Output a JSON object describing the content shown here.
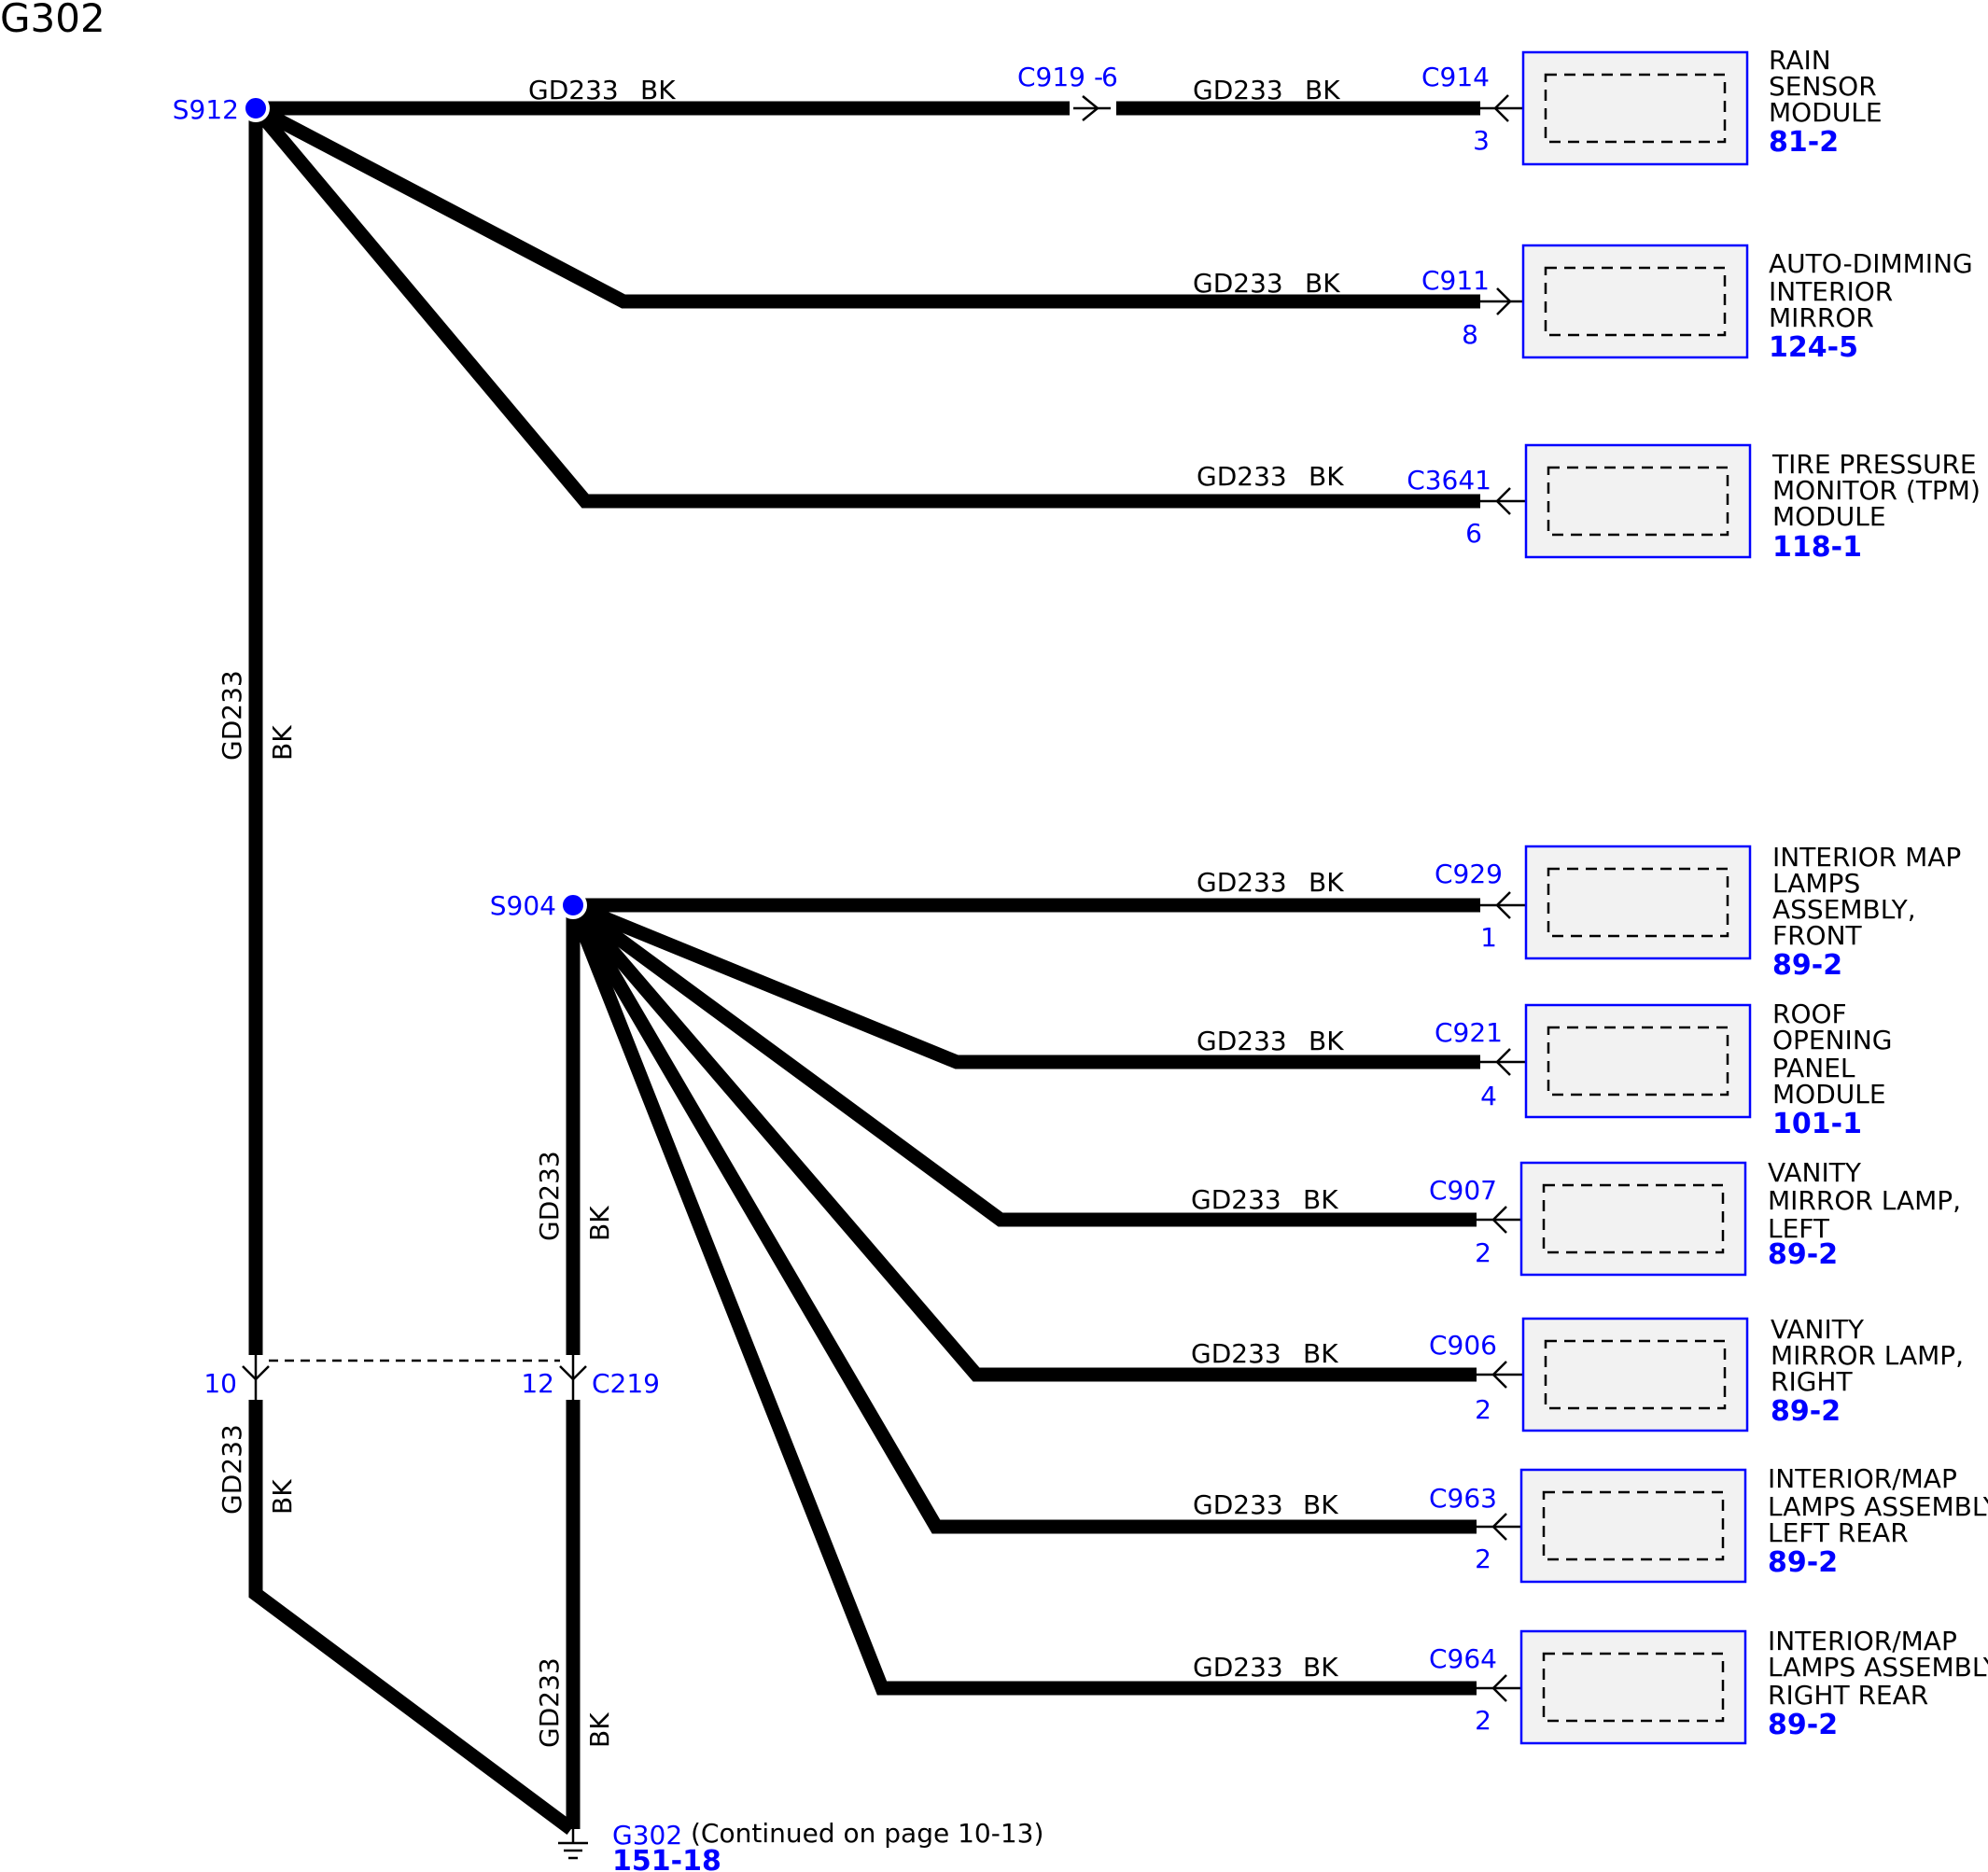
{
  "title": "G302",
  "wire_label": {
    "circuit": "GD233",
    "color": "BK"
  },
  "splices": [
    {
      "id": "s912",
      "label": "S912"
    },
    {
      "id": "s904",
      "label": "S904"
    }
  ],
  "inline_connector": {
    "label": "C919",
    "pin": "6"
  },
  "c219": {
    "label": "C219",
    "pin_left": "10",
    "pin_right": "12"
  },
  "ground": {
    "label": "G302",
    "ref": "151-18",
    "note": "(Continued on page 10-13)"
  },
  "components": [
    {
      "id": "rain",
      "connector": "C914",
      "pin": "3",
      "name": [
        "RAIN",
        "SENSOR",
        "MODULE"
      ],
      "ref": "81-2"
    },
    {
      "id": "mirror",
      "connector": "C911",
      "pin": "8",
      "name": [
        "AUTO-DIMMING",
        "INTERIOR",
        "MIRROR"
      ],
      "ref": "124-5"
    },
    {
      "id": "tpm",
      "connector": "C3641",
      "pin": "6",
      "name": [
        "TIRE PRESSURE",
        "MONITOR (TPM)",
        "MODULE"
      ],
      "ref": "118-1"
    },
    {
      "id": "maplamp",
      "connector": "C929",
      "pin": "1",
      "name": [
        "INTERIOR MAP",
        "LAMPS",
        "ASSEMBLY,",
        "FRONT"
      ],
      "ref": "89-2"
    },
    {
      "id": "roof",
      "connector": "C921",
      "pin": "4",
      "name": [
        "ROOF",
        "OPENING",
        "PANEL",
        "MODULE"
      ],
      "ref": "101-1"
    },
    {
      "id": "vanityl",
      "connector": "C907",
      "pin": "2",
      "name": [
        "VANITY",
        "MIRROR LAMP,",
        "LEFT"
      ],
      "ref": "89-2"
    },
    {
      "id": "vanityr",
      "connector": "C906",
      "pin": "2",
      "name": [
        "VANITY",
        "MIRROR LAMP,",
        "RIGHT"
      ],
      "ref": "89-2"
    },
    {
      "id": "lr",
      "connector": "C963",
      "pin": "2",
      "name": [
        "INTERIOR/MAP",
        "LAMPS ASSEMBLY,",
        "LEFT REAR"
      ],
      "ref": "89-2"
    },
    {
      "id": "rr",
      "connector": "C964",
      "pin": "2",
      "name": [
        "INTERIOR/MAP",
        "LAMPS ASSEMBLY,",
        "RIGHT REAR"
      ],
      "ref": "89-2"
    }
  ]
}
